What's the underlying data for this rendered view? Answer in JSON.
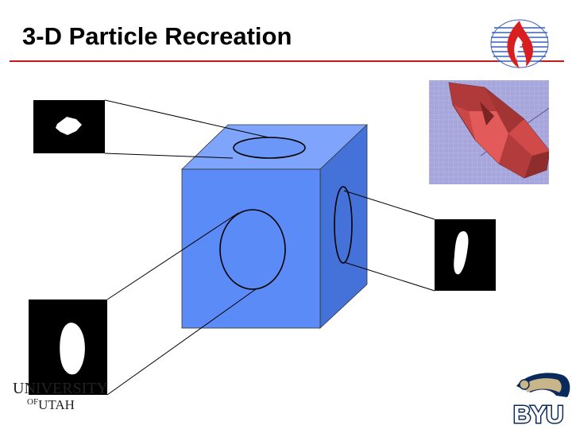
{
  "slide": {
    "title": "3-D Particle Recreation"
  },
  "logos": {
    "university_line1": "UNIVERSITY",
    "university_line2_prefix": "OF",
    "university_line2": "UTAH",
    "byu": "BYU"
  },
  "colors": {
    "title_rule": "#c81818",
    "cube_front": "#5b8bf6",
    "cube_top": "#7ea4fb",
    "cube_side": "#4472d8",
    "render_bg": "#a6a6dc",
    "particle_body": "#c84848"
  }
}
